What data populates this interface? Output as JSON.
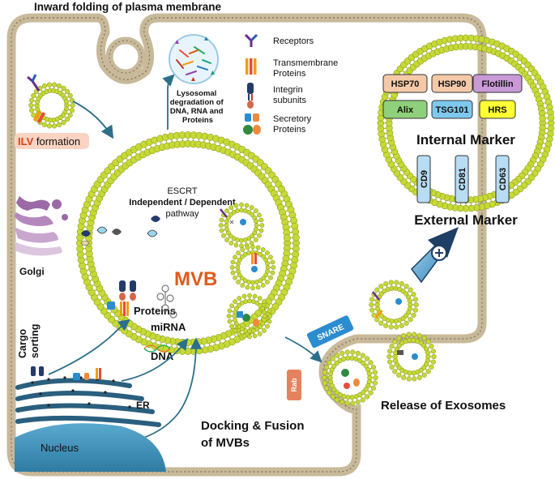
{
  "title": "Inward folding of plasma membrane",
  "legend": {
    "receptors": "Receptors",
    "transmembrane_line1": "Transmembrane",
    "transmembrane_line2": "Proteins",
    "integrin_line1": "Integrin",
    "integrin_line2": "subunits",
    "secretory_line1": "Secretory",
    "secretory_line2": "Proteins"
  },
  "lysosome": {
    "line1": "Lysosomal",
    "line2": "degradation of",
    "line3": "DNA, RNA and",
    "line4": "Proteins"
  },
  "labels": {
    "ilv_bold": "ILV",
    "ilv_rest": " formation",
    "escrt_line1": "ESCRT",
    "escrt_line2": "Independent / Dependent",
    "escrt_line3": "pathway",
    "golgi": "Golgi",
    "mvb": "MVB",
    "cargo_line1": "Cargo",
    "cargo_line2": "sorting",
    "proteins": "Proteins",
    "mirna": "miRNA",
    "dna": "DNA",
    "er": "ER",
    "nucleus": "Nucleus",
    "snare": "SNARE",
    "rab": "Rab",
    "docking_line1": "Docking & Fusion",
    "docking_line2": "of MVBs",
    "release": "Release of Exosomes",
    "internal_marker": "Internal Marker",
    "external_marker": "External Marker"
  },
  "internal_markers": [
    {
      "label": "HSP70",
      "color": "#f4c9a8"
    },
    {
      "label": "HSP90",
      "color": "#f4c9a8"
    },
    {
      "label": "Flotillin",
      "color": "#c99ad6"
    },
    {
      "label": "Alix",
      "color": "#8fd07a"
    },
    {
      "label": "TSG101",
      "color": "#7ec8ee"
    },
    {
      "label": "HRS",
      "color": "#ffff33"
    }
  ],
  "external_markers": [
    {
      "label": "CD9",
      "color": "#b7dcf3"
    },
    {
      "label": "CD81",
      "color": "#b7dcf3"
    },
    {
      "label": "CD63",
      "color": "#b7dcf3"
    }
  ],
  "colors": {
    "lipid_head": "#c6d936",
    "lipid_tail": "#8aa01c",
    "cell_membrane": "#c8b99a",
    "arrow": "#2c6f8a",
    "mvb_text": "#e05a1b",
    "nucleus": "#3b8fb8",
    "er": "#2a5f7e",
    "golgi": "#9b6aa6",
    "snare": "#2b8ccf",
    "rab": "#e5825e"
  },
  "icons": [
    "receptor-icon",
    "transmembrane-icon",
    "integrin-icon",
    "secretory-icon",
    "magnifier-icon"
  ]
}
